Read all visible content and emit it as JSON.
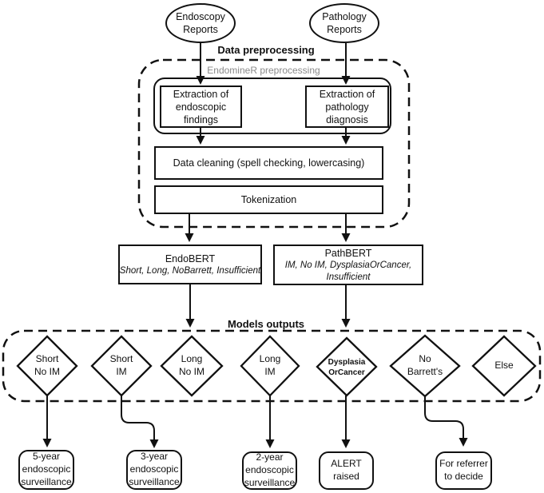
{
  "diagram": {
    "background": "#ffffff",
    "ink": "#111111",
    "muted_label_color": "#8a8a8a",
    "sources": {
      "endoscopy": "Endoscopy Reports",
      "pathology": "Pathology Reports"
    },
    "preprocessing": {
      "title": "Data preprocessing",
      "endominer": "EndomineR preprocessing",
      "extract_endo": "Extraction of endoscopic findings",
      "extract_path": "Extraction of pathology diagnosis",
      "cleaning": "Data cleaning (spell checking, lowercasing)",
      "tokenization": "Tokenization"
    },
    "models": {
      "endobert": {
        "name": "EndoBERT",
        "classes": "Short, Long, NoBarrett, Insufficient"
      },
      "pathbert": {
        "name": "PathBERT",
        "classes": "IM, No IM, DysplasiaOrCancer, Insufficient"
      }
    },
    "outputs": {
      "title": "Models outputs",
      "diamonds": [
        {
          "label": "Short No IM",
          "lines": [
            "Short",
            "No IM"
          ]
        },
        {
          "label": "Short IM",
          "lines": [
            "Short",
            "IM"
          ]
        },
        {
          "label": "Long No IM",
          "lines": [
            "Long",
            "No IM"
          ]
        },
        {
          "label": "Long IM",
          "lines": [
            "Long",
            "IM"
          ]
        },
        {
          "label": "DysplasiaOrCancer",
          "lines": [
            "Dysplasia",
            "OrCancer"
          ]
        },
        {
          "label": "No Barrett's",
          "lines": [
            "No",
            "Barrett's"
          ]
        },
        {
          "label": "Else",
          "lines": [
            "Else"
          ]
        }
      ]
    },
    "actions": [
      {
        "label": "5-year endoscopic surveillance"
      },
      {
        "label": "3-year endoscopic surveillance"
      },
      {
        "label": "2-year endoscopic surveillance"
      },
      {
        "label": "ALERT raised"
      },
      {
        "label": "For referrer to decide"
      }
    ]
  }
}
